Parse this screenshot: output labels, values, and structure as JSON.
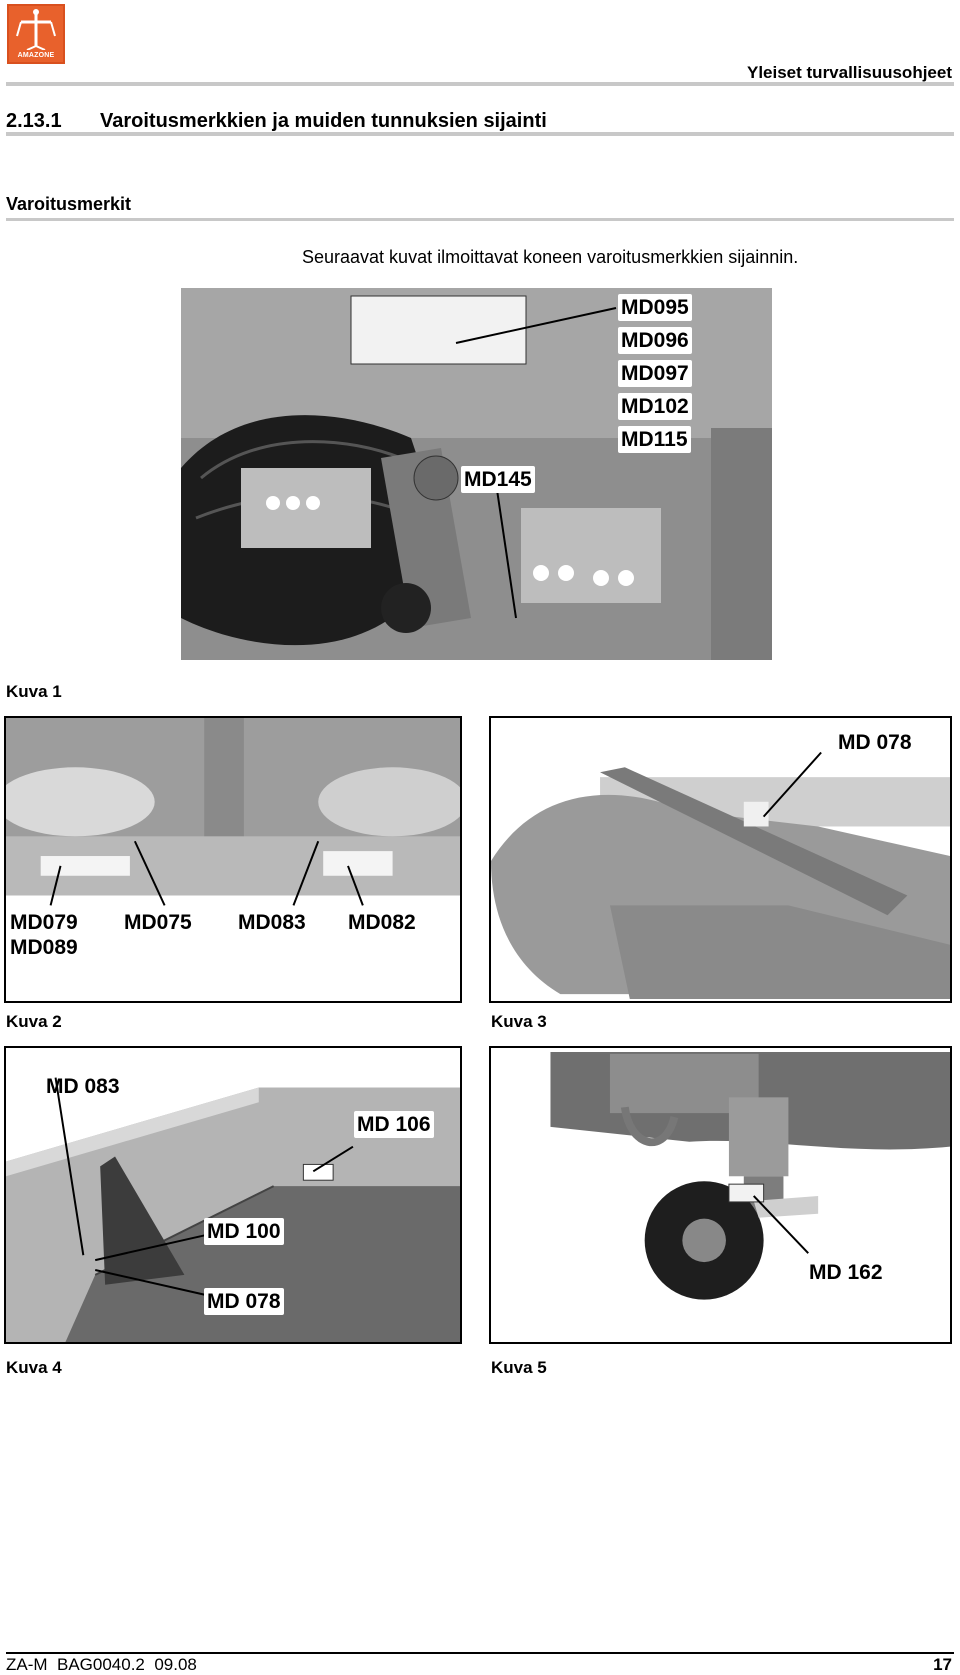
{
  "header": {
    "logo_text": "AMAZONE",
    "section": "Yleiset turvallisuusohjeet"
  },
  "title": {
    "number": "2.13.1",
    "text": "Varoitusmerkkien ja muiden tunnuksien sijainti"
  },
  "subtitle": "Varoitusmerkit",
  "intro": "Seuraavat kuvat ilmoittavat koneen varoitusmerkkien sijainnin.",
  "figures": {
    "f1": {
      "caption": "Kuva 1",
      "labels": [
        "MD095",
        "MD096",
        "MD097",
        "MD102",
        "MD115",
        "MD145"
      ]
    },
    "f2": {
      "caption": "Kuva 2",
      "labels": [
        "MD079",
        "MD089",
        "MD075",
        "MD083",
        "MD082"
      ]
    },
    "f3": {
      "caption": "Kuva 3",
      "labels": [
        "MD 078"
      ]
    },
    "f4": {
      "caption": "Kuva 4",
      "labels": [
        "MD 083",
        "MD 106",
        "MD 100",
        "MD 078"
      ]
    },
    "f5": {
      "caption": "Kuva 5",
      "labels": [
        "MD 162"
      ]
    }
  },
  "footer": {
    "doc": "ZA-M  BAG0040.2  09.08",
    "page": "17"
  }
}
